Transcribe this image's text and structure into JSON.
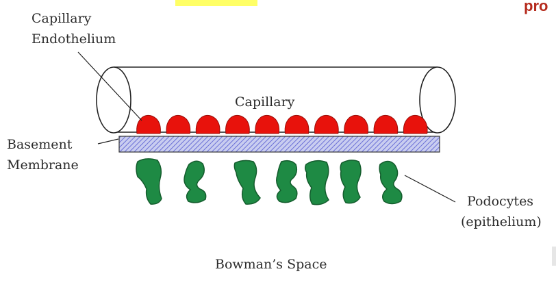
{
  "labels": {
    "capillary_endothelium_line1": "Capillary",
    "capillary_endothelium_line2": "Endothelium",
    "capillary": "Capillary",
    "basement_membrane_line1": "Basement",
    "basement_membrane_line2": "Membrane",
    "podocytes_line1": "Podocytes",
    "podocytes_line2": "(epithelium)",
    "bowmans_space": "Bowman’s Space"
  },
  "corner_text": "pro",
  "colors": {
    "endothelium": "#e8120c",
    "podocyte": "#1e8a44",
    "membrane_fill": "#c9cdf0",
    "membrane_hatch": "#6a6fd6",
    "highlight": "#ffff66",
    "corner_text": "#b52a1c",
    "outline": "#222222"
  }
}
